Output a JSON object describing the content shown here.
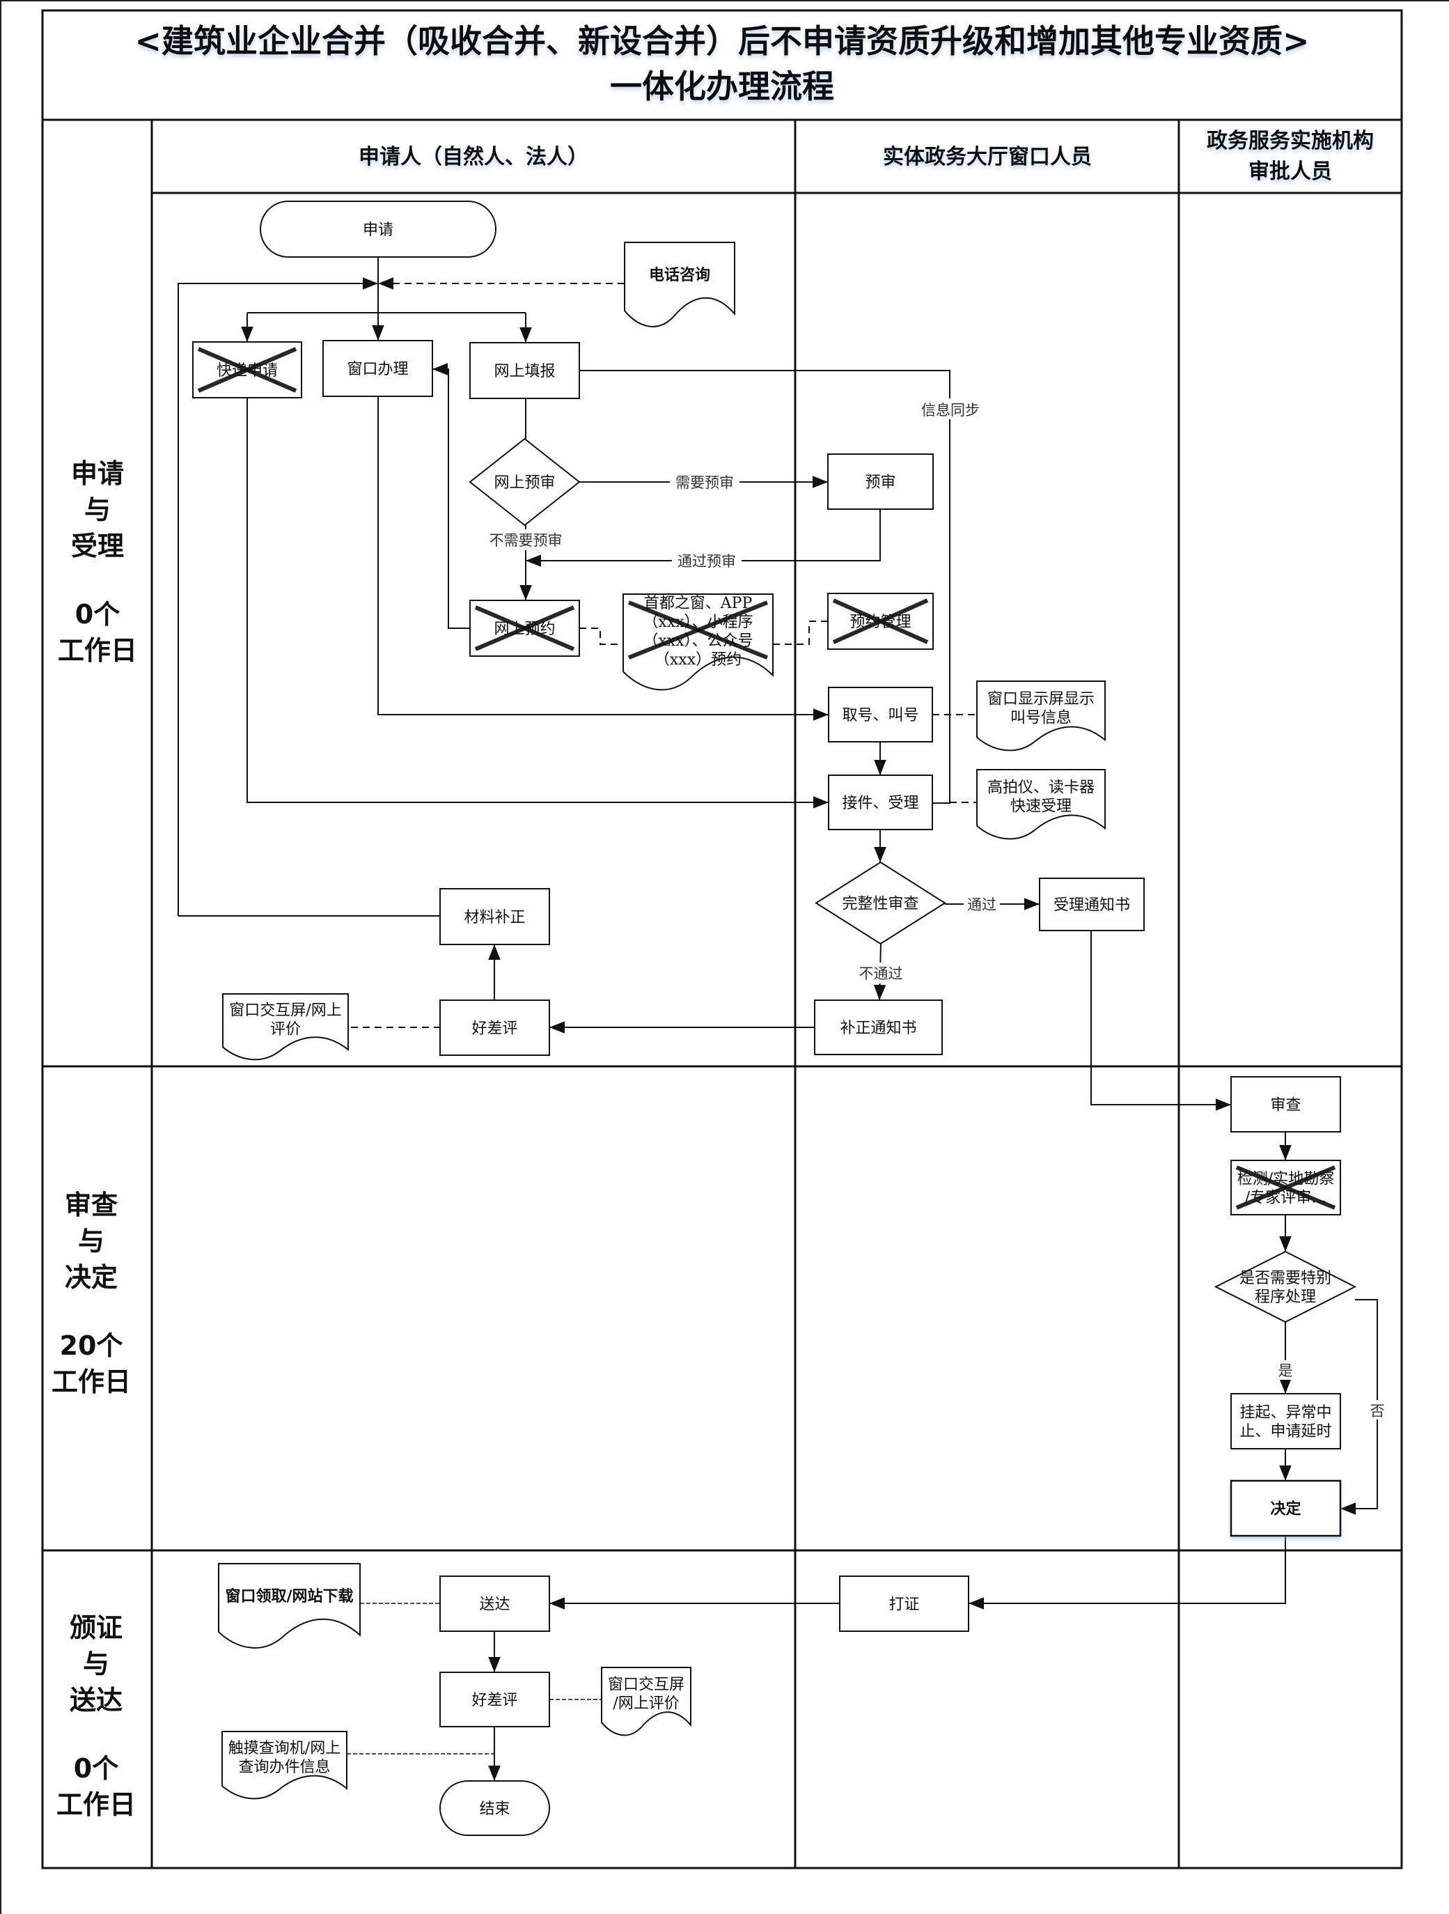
{
  "title": {
    "line1": "<建筑业企业合并（吸收合并、新设合并）后不申请资质升级和增加其他专业资质>",
    "line2": "一体化办理流程"
  },
  "lanes": [
    {
      "id": "applicant",
      "label": [
        "申请人（自然人、法人）"
      ]
    },
    {
      "id": "window",
      "label": [
        "实体政务大厅窗口人员"
      ]
    },
    {
      "id": "approver",
      "label": [
        "政务服务实施机构",
        "审批人员"
      ]
    }
  ],
  "phases": [
    {
      "id": "apply",
      "label": [
        "申请",
        "与",
        "受理",
        "",
        "0个",
        "工作日"
      ]
    },
    {
      "id": "review",
      "label": [
        "审查",
        "与",
        "决定",
        "",
        "20个",
        "工作日"
      ]
    },
    {
      "id": "deliver",
      "label": [
        "颁证",
        "与",
        "送达",
        "",
        "0个",
        "工作日"
      ]
    }
  ],
  "nodes": {
    "start": {
      "text": [
        "申请"
      ],
      "shape": "terminal",
      "crossed": false
    },
    "phone": {
      "text": [
        "电话咨询"
      ],
      "shape": "document",
      "crossed": false,
      "bold": true
    },
    "express": {
      "text": [
        "快递申请"
      ],
      "shape": "process",
      "crossed": true
    },
    "window_apply": {
      "text": [
        "窗口办理"
      ],
      "shape": "process",
      "crossed": false
    },
    "online_fill": {
      "text": [
        "网上填报"
      ],
      "shape": "process",
      "crossed": false
    },
    "online_precheck": {
      "text": [
        "网上预审"
      ],
      "shape": "decision",
      "crossed": false
    },
    "precheck": {
      "text": [
        "预审"
      ],
      "shape": "process",
      "crossed": false
    },
    "online_booking": {
      "text": [
        "网上预约"
      ],
      "shape": "process",
      "crossed": true
    },
    "booking_channels": {
      "text": [
        "首都之窗、APP",
        "（xxx）、小程序",
        "（xxx）、公众号",
        "（xxx）预约"
      ],
      "shape": "document",
      "crossed": true
    },
    "booking_mgmt": {
      "text": [
        "预约管理"
      ],
      "shape": "process",
      "crossed": true
    },
    "take_number": {
      "text": [
        "取号、叫号"
      ],
      "shape": "process",
      "crossed": false
    },
    "screen_info": {
      "text": [
        "窗口显示屏显示",
        "叫号信息"
      ],
      "shape": "document",
      "crossed": false
    },
    "receive": {
      "text": [
        "接件、受理"
      ],
      "shape": "process",
      "crossed": false
    },
    "scanner": {
      "text": [
        "高拍仪、读卡器",
        "快速受理"
      ],
      "shape": "document",
      "crossed": false
    },
    "completeness": {
      "text": [
        "完整性审查"
      ],
      "shape": "decision",
      "crossed": false
    },
    "accept_notice": {
      "text": [
        "受理通知书"
      ],
      "shape": "process",
      "crossed": false
    },
    "correction_notice": {
      "text": [
        "补正通知书"
      ],
      "shape": "process",
      "crossed": false
    },
    "rating1": {
      "text": [
        "好差评"
      ],
      "shape": "process",
      "crossed": false
    },
    "rating1_doc": {
      "text": [
        "窗口交互屏/网上",
        "评价"
      ],
      "shape": "document",
      "crossed": false
    },
    "material_fix": {
      "text": [
        "材料补正"
      ],
      "shape": "process",
      "crossed": false
    },
    "review": {
      "text": [
        "审查"
      ],
      "shape": "process",
      "crossed": false
    },
    "inspection": {
      "text": [
        "检测/实地勘察",
        "/专家评审…"
      ],
      "shape": "process",
      "crossed": true
    },
    "special": {
      "text": [
        "是否需要特别",
        "程序处理"
      ],
      "shape": "decision",
      "crossed": false
    },
    "suspend": {
      "text": [
        "挂起、异常中",
        "止、申请延时"
      ],
      "shape": "process",
      "crossed": false
    },
    "decision": {
      "text": [
        "决定"
      ],
      "shape": "process",
      "crossed": false,
      "bold": true
    },
    "print": {
      "text": [
        "打证"
      ],
      "shape": "process",
      "crossed": false
    },
    "deliver": {
      "text": [
        "送达"
      ],
      "shape": "process",
      "crossed": false
    },
    "pickup_doc": {
      "text": [
        "窗口领取/网站下载"
      ],
      "shape": "document",
      "crossed": false,
      "bold": true
    },
    "rating2": {
      "text": [
        "好差评"
      ],
      "shape": "process",
      "crossed": false
    },
    "rating2_doc": {
      "text": [
        "窗口交互屏",
        "/网上评价"
      ],
      "shape": "document",
      "crossed": false
    },
    "query_doc": {
      "text": [
        "触摸查询机/网上",
        "查询办件信息"
      ],
      "shape": "document",
      "crossed": false
    },
    "end": {
      "text": [
        "结束"
      ],
      "shape": "terminal",
      "crossed": false
    }
  },
  "edge_labels": {
    "need_precheck": "需要预审",
    "no_precheck": "不需要预审",
    "pass_precheck": "通过预审",
    "info_sync": "信息同步",
    "pass": "通过",
    "fail": "不通过",
    "yes": "是",
    "no": "否"
  },
  "colors": {
    "line": "#111111",
    "background": "#ffffff",
    "text": "#111111"
  }
}
